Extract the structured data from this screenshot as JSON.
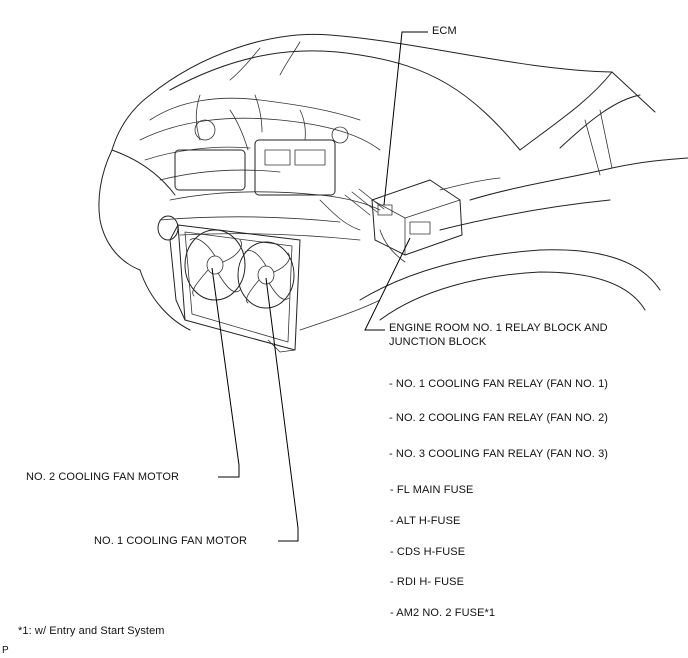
{
  "labels": {
    "ecm": "ECM",
    "relay_block_line1": "ENGINE ROOM NO. 1 RELAY BLOCK AND",
    "relay_block_line2": "JUNCTION BLOCK",
    "fan2_motor": "NO. 2 COOLING FAN MOTOR",
    "fan1_motor": "NO. 1 COOLING FAN MOTOR"
  },
  "relay_block_items": [
    "- NO. 1 COOLING FAN RELAY (FAN NO. 1)",
    "- NO. 2 COOLING FAN RELAY (FAN NO. 2)",
    "- NO. 3 COOLING FAN RELAY (FAN NO. 3)",
    "- FL MAIN FUSE",
    "- ALT H-FUSE",
    "- CDS H-FUSE",
    "- RDI H- FUSE",
    "- AM2 NO. 2 FUSE*1"
  ],
  "footnote": "*1: w/ Entry and Start System",
  "corner_mark": "P"
}
